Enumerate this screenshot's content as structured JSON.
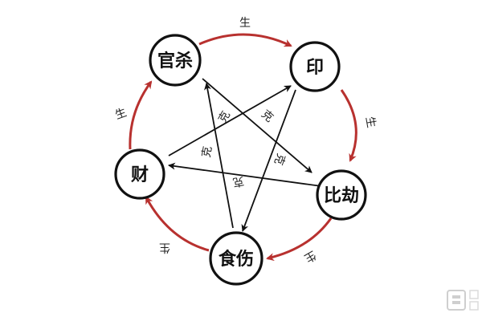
{
  "nodes": {
    "guansha": "官杀",
    "yin": "印",
    "bijie": "比劫",
    "shishang": "食伤",
    "cai": "财"
  },
  "edge_labels": {
    "sheng": "生",
    "ke": "克"
  },
  "colors": {
    "generate_arrow": "#b8312f",
    "control_arrow": "#111111",
    "node_stroke": "#111111"
  }
}
